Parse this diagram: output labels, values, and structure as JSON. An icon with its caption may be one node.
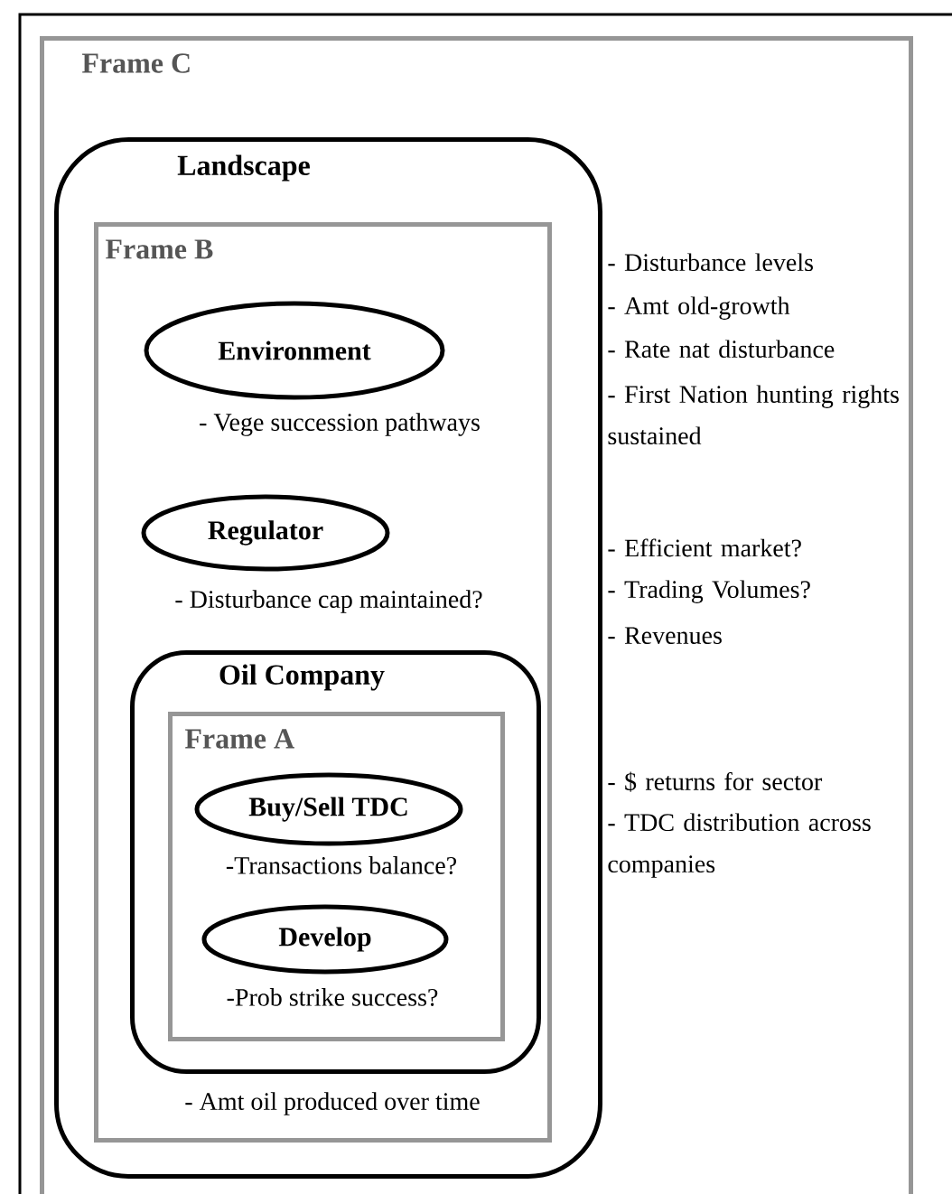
{
  "diagram": {
    "nodes": [
      {
        "text": [
          "Frame C"
        ]
      },
      {
        "text": [
          "Landscape"
        ],
        "in": 0
      },
      {
        "text": [
          "Frame B"
        ],
        "in": 1
      },
      {
        "text": [
          "Environment"
        ],
        "in": 2,
        "beside": [
          "- Vege succession pathways"
        ]
      },
      {
        "text": [
          "Regulator"
        ],
        "in": 2,
        "beside": [
          "- Disturbance cap maintained?"
        ]
      },
      {
        "text": [
          "Oil Company"
        ],
        "in": 2,
        "beside": [
          "- Amt oil produced over time"
        ]
      },
      {
        "text": [
          "Frame A"
        ],
        "in": 5
      },
      {
        "text": [
          "Buy/Sell TDC"
        ],
        "in": 6,
        "beside": [
          "-Transactions balance?"
        ]
      },
      {
        "text": [
          "Develop"
        ],
        "in": 6,
        "beside": [
          "-Prob strike success?"
        ]
      }
    ],
    "labels": [
      "- Disturbance levels",
      "- Amt old-growth",
      "- Rate nat disturbance",
      "- First Nation hunting rights sustained",
      "- Efficient market?",
      "- Trading Volumes?",
      "- Revenues",
      "- $ returns for sector",
      "- TDC distribution across companies"
    ]
  }
}
